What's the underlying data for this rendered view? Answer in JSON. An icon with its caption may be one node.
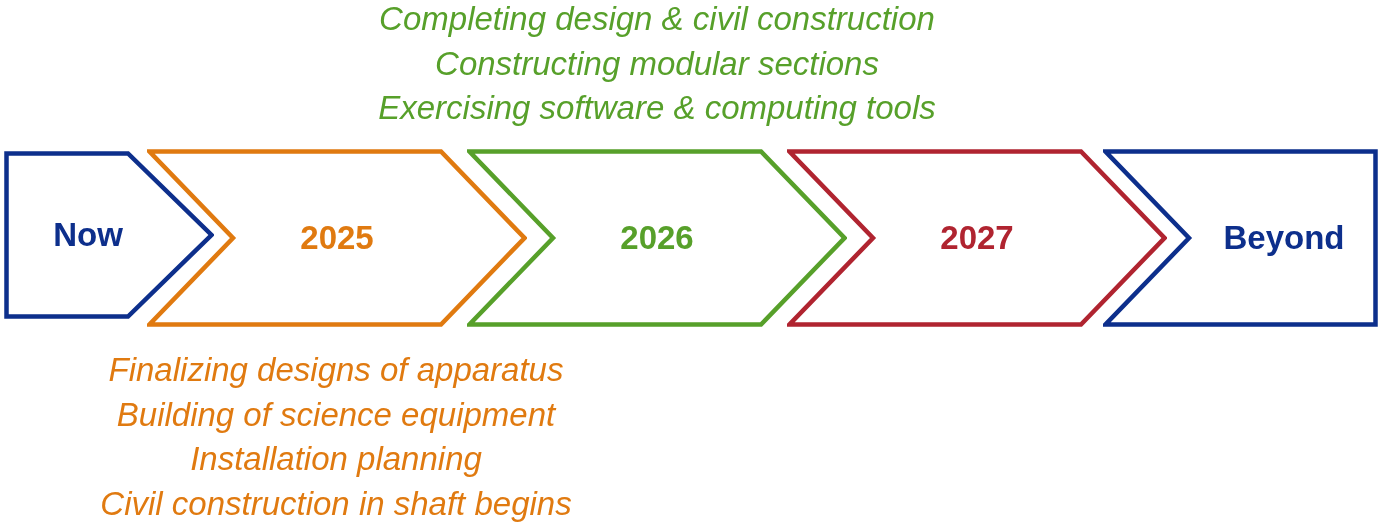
{
  "diagram": {
    "nodes": [
      {
        "text": [
          "Now"
        ]
      },
      {
        "text": [
          "2025"
        ],
        "beside": [
          "Finalizing designs of apparatus",
          "Building of science equipment",
          "Installation planning",
          "Civil construction in shaft begins"
        ]
      },
      {
        "text": [
          "2026"
        ],
        "beside": [
          "Completing design & civil construction",
          "Constructing modular sections",
          "Exercising software & computing tools"
        ]
      },
      {
        "text": [
          "2027"
        ]
      },
      {
        "text": [
          "Beyond"
        ]
      }
    ]
  }
}
